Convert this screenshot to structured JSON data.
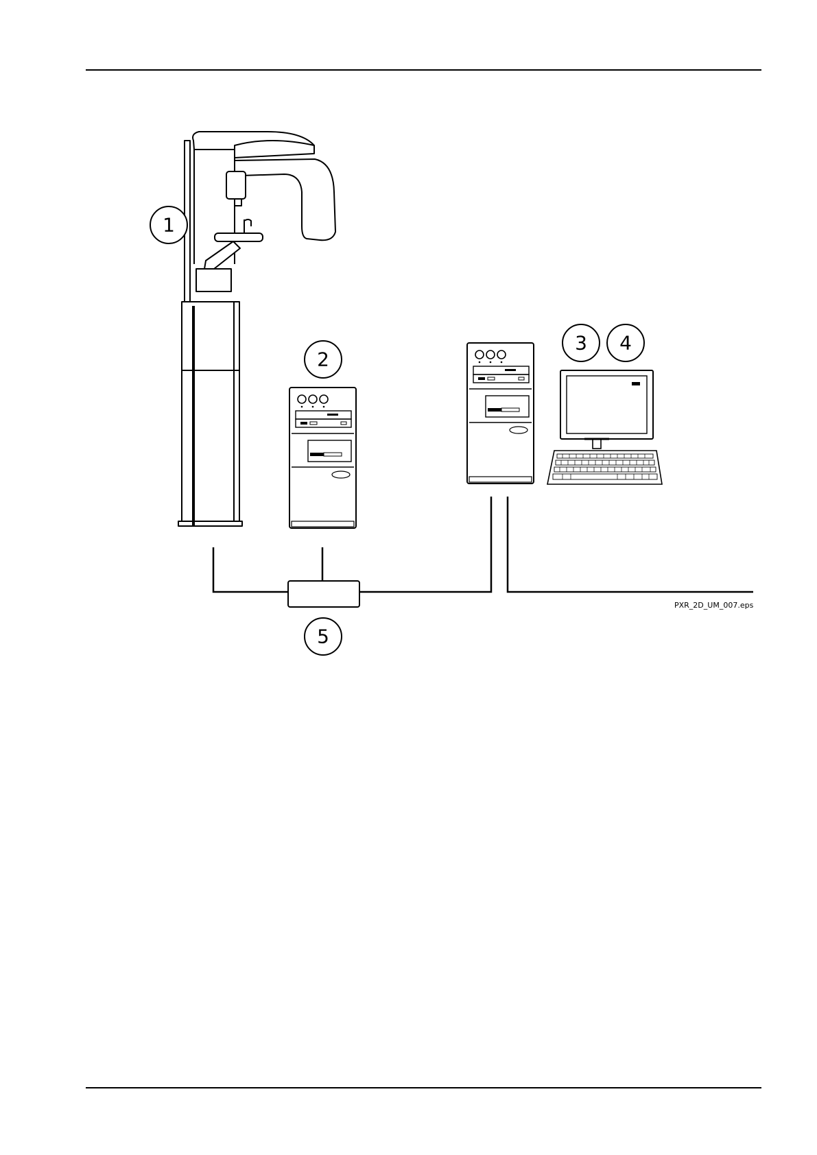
{
  "callouts": {
    "c1": "1",
    "c2": "2",
    "c3": "3",
    "c4": "4",
    "c5": "5"
  },
  "figure_file_name": "PXR_2D_UM_007.eps",
  "icons": [
    "xray-unit-icon",
    "pc-tower-icon",
    "workstation-pc-icon",
    "monitor-icon",
    "keyboard-icon",
    "network-switch-icon"
  ]
}
